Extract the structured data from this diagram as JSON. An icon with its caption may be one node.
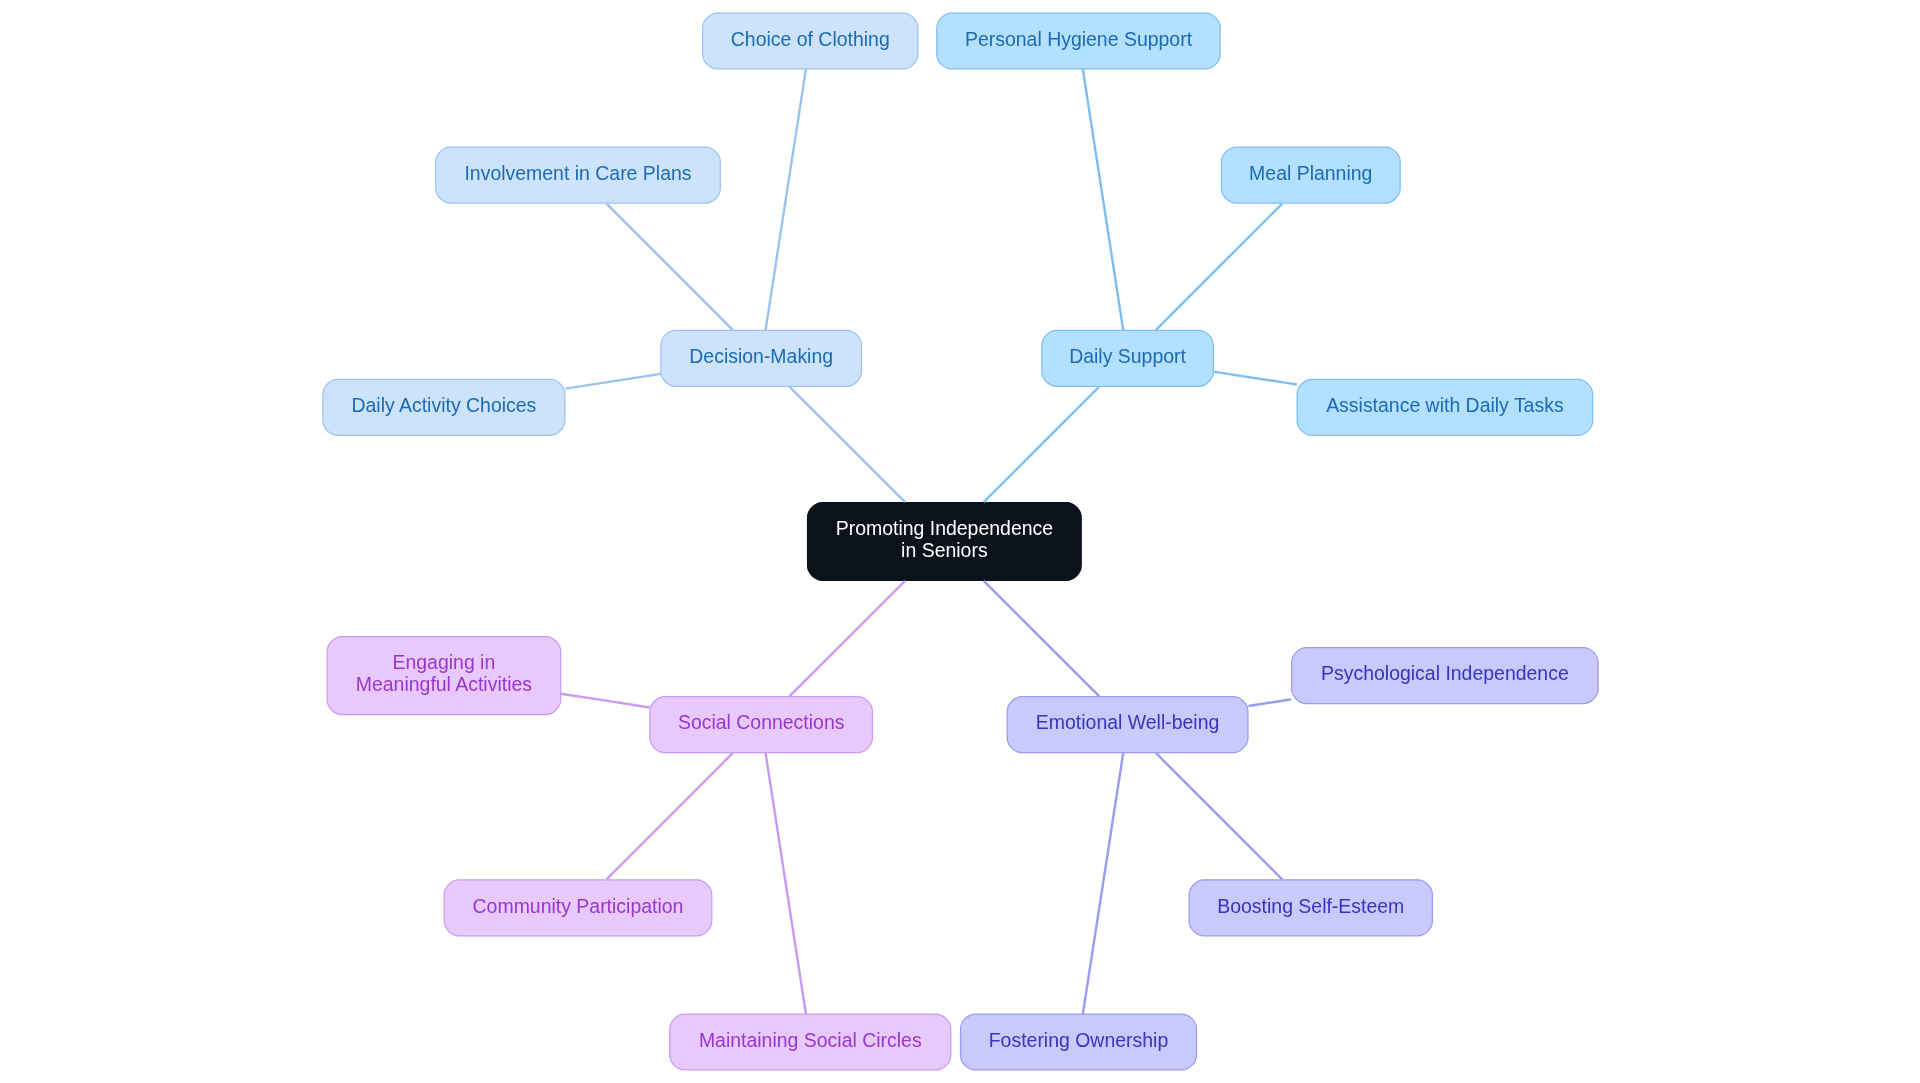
{
  "diagram": {
    "nodes": [
      {
        "text": [
          "Promoting Independence in Seniors"
        ]
      },
      {
        "text": [
          "Daily Support"
        ]
      },
      {
        "text": [
          "Assistance with Daily Tasks"
        ]
      },
      {
        "text": [
          "Meal Planning"
        ]
      },
      {
        "text": [
          "Personal Hygiene Support"
        ]
      },
      {
        "text": [
          "Decision-Making"
        ]
      },
      {
        "text": [
          "Choice of Clothing"
        ]
      },
      {
        "text": [
          "Involvement in Care Plans"
        ]
      },
      {
        "text": [
          "Daily Activity Choices"
        ]
      },
      {
        "text": [
          "Social Connections"
        ]
      },
      {
        "text": [
          "Engaging in Meaningful Activities"
        ]
      },
      {
        "text": [
          "Community Participation"
        ]
      },
      {
        "text": [
          "Maintaining Social Circles"
        ]
      },
      {
        "text": [
          "Emotional Well-being"
        ]
      },
      {
        "text": [
          "Fostering Ownership"
        ]
      },
      {
        "text": [
          "Boosting Self-Esteem"
        ]
      },
      {
        "text": [
          "Psychological Independence"
        ]
      }
    ],
    "edges": [
      {
        "from": 0,
        "to": 1,
        "arrow": "none",
        "color": "#7dbff0"
      },
      {
        "from": 1,
        "to": 2,
        "arrow": "none",
        "color": "#7dbff0"
      },
      {
        "from": 1,
        "to": 3,
        "arrow": "none",
        "color": "#7dbff0"
      },
      {
        "from": 1,
        "to": 4,
        "arrow": "none",
        "color": "#7dbff0"
      },
      {
        "from": 0,
        "to": 5,
        "arrow": "none",
        "color": "#9cc2f0"
      },
      {
        "from": 5,
        "to": 6,
        "arrow": "none",
        "color": "#9cc2f0"
      },
      {
        "from": 5,
        "to": 7,
        "arrow": "none",
        "color": "#9cc2f0"
      },
      {
        "from": 5,
        "to": 8,
        "arrow": "none",
        "color": "#9cc2f0"
      },
      {
        "from": 0,
        "to": 9,
        "arrow": "none",
        "color": "#c99bf0"
      },
      {
        "from": 9,
        "to": 10,
        "arrow": "none",
        "color": "#c99bf0"
      },
      {
        "from": 9,
        "to": 11,
        "arrow": "none",
        "color": "#c99bf0"
      },
      {
        "from": 9,
        "to": 12,
        "arrow": "none",
        "color": "#c99bf0"
      },
      {
        "from": 0,
        "to": 13,
        "arrow": "none",
        "color": "#9b9bf0"
      },
      {
        "from": 13,
        "to": 14,
        "arrow": "none",
        "color": "#9b9bf0"
      },
      {
        "from": 13,
        "to": 15,
        "arrow": "none",
        "color": "#9b9bf0"
      },
      {
        "from": 13,
        "to": 16,
        "arrow": "none",
        "color": "#9b9bf0"
      }
    ]
  }
}
